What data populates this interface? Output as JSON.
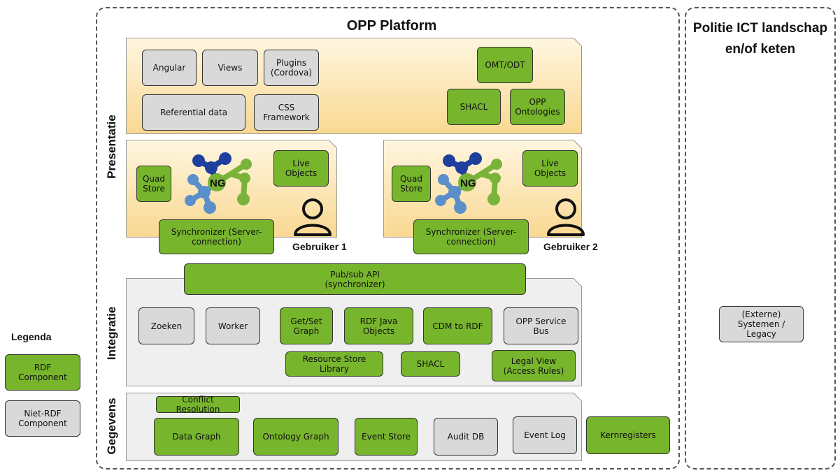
{
  "platform": {
    "title": "OPP Platform"
  },
  "external": {
    "title": "Politie ICT landschap en/of keten",
    "systems": "(Externe)\nSystemen /\nLegacy"
  },
  "layers": {
    "presentation": "Presentatie",
    "integration": "Integratie",
    "data": "Gegevens"
  },
  "presentation_top": {
    "angular": "Angular",
    "views": "Views",
    "plugins": "Plugins\n(Cordova)",
    "referential": "Referential data",
    "css": "CSS\nFramework",
    "omt": "OMT/ODT",
    "shacl": "SHACL",
    "ontologies": "OPP\nOntologies"
  },
  "clients": [
    {
      "quad_store": "Quad\nStore",
      "live_objects": "Live\nObjects",
      "ng": "NG",
      "synchronizer": "Synchronizer (Server-\nconnection)",
      "user": "Gebruiker 1"
    },
    {
      "quad_store": "Quad\nStore",
      "live_objects": "Live\nObjects",
      "ng": "NG",
      "synchronizer": "Synchronizer (Server-\nconnection)",
      "user": "Gebruiker 2"
    }
  ],
  "integration": {
    "pubsub": "Pub/sub API\n(synchronizer)",
    "zoeken": "Zoeken",
    "worker": "Worker",
    "getset": "Get/Set\nGraph",
    "rdfjava": "RDF Java\nObjects",
    "cdm": "CDM to RDF",
    "bus": "OPP Service\nBus",
    "resource": "Resource Store\nLibrary",
    "shacl": "SHACL",
    "legal": "Legal View\n(Access Rules)"
  },
  "data_layer": {
    "conflict": "Conflict Resolution",
    "data_graph": "Data Graph",
    "ontology_graph": "Ontology Graph",
    "event_store": "Event Store",
    "audit_db": "Audit DB",
    "event_log": "Event Log",
    "kernregisters": "Kernregisters"
  },
  "legend": {
    "title": "Legenda",
    "rdf": "RDF\nComponent",
    "non_rdf": "Niet-RDF\nComponent"
  },
  "colors": {
    "rdf_green": "#77b52c",
    "non_rdf_grey": "#d9d9d9",
    "presentation_gradient_top": "#fff6e0",
    "presentation_gradient_bottom": "#f9d891",
    "integration_band": "#efefef"
  },
  "icons": [
    "network-ng-icon",
    "user-icon"
  ]
}
